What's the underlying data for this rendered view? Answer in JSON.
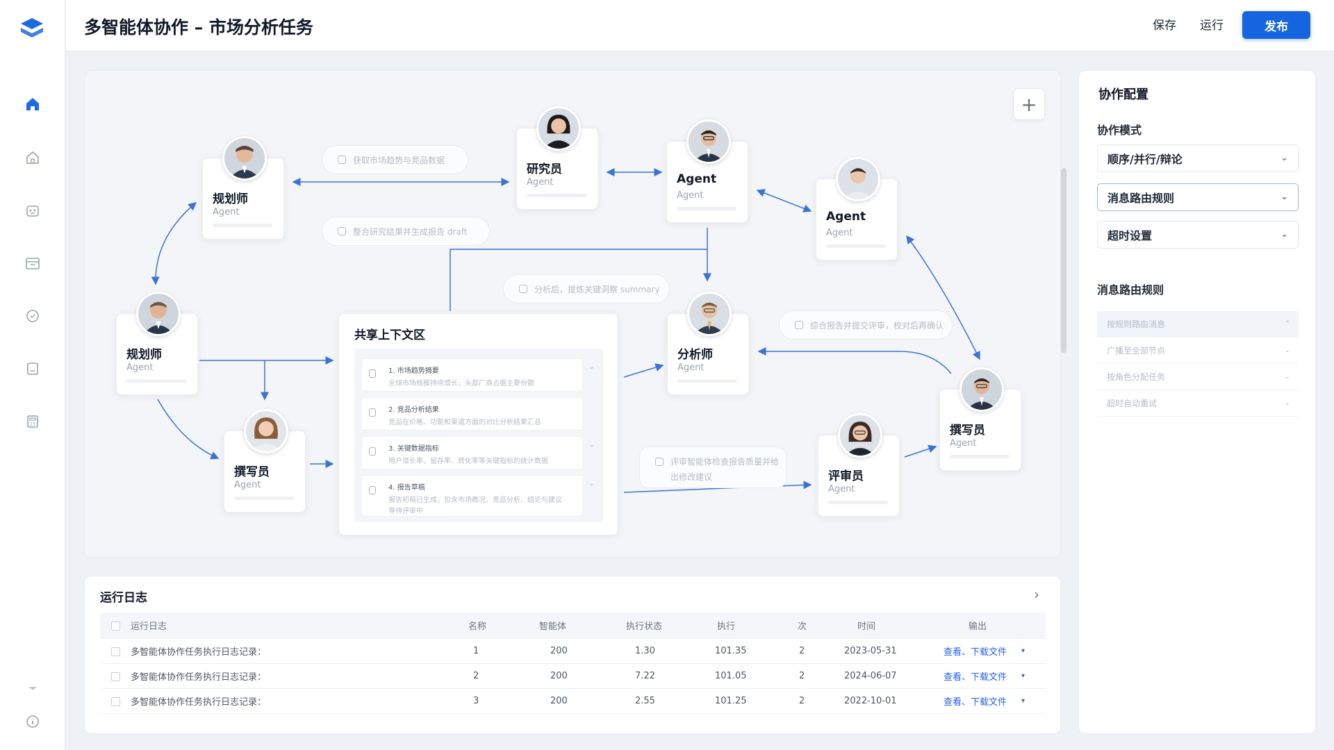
{
  "header": {
    "title": "多智能体协作 – 市场分析任务",
    "save_label": "保存",
    "run_label": "运行",
    "publish_label": "发布"
  },
  "colors": {
    "accent": "#1565e0",
    "edge": "#3b73d4",
    "link": "#2563eb"
  },
  "sidebar": {
    "items": [
      {
        "icon": "home-icon",
        "active": true
      },
      {
        "icon": "house-outline-icon"
      },
      {
        "icon": "agent-bot-icon"
      },
      {
        "icon": "archive-icon"
      },
      {
        "icon": "shield-icon"
      },
      {
        "icon": "document-icon"
      },
      {
        "icon": "calculator-icon"
      }
    ],
    "bottom": [
      {
        "icon": "chevron-down-icon"
      },
      {
        "icon": "info-icon"
      }
    ]
  },
  "canvas": {
    "add_label": "+",
    "agents": [
      {
        "id": "planner-top",
        "name": "规划师",
        "sub": "Agent"
      },
      {
        "id": "researcher",
        "name": "研究员",
        "sub": "Agent"
      },
      {
        "id": "agent-a",
        "name": "Agent",
        "sub": "Agent"
      },
      {
        "id": "agent-b",
        "name": "Agent",
        "sub": "Agent"
      },
      {
        "id": "planner-left",
        "name": "规划师",
        "sub": "Agent"
      },
      {
        "id": "writer",
        "name": "撰写员",
        "sub": "Agent"
      },
      {
        "id": "analyst",
        "name": "分析师",
        "sub": "Agent"
      },
      {
        "id": "writer-right",
        "name": "撰写员",
        "sub": "Agent"
      },
      {
        "id": "reviewer",
        "name": "评审员",
        "sub": "Agent"
      }
    ],
    "notes": [
      "获取市场趋势与竞品数据",
      "整合研究结果并生成报告 draft",
      "分析后，提炼关键洞察 summary",
      "综合报告并提交评审，校对后再确认",
      "评审智能体检查报告质量并给出修改建议"
    ],
    "context": {
      "title": "共享上下文区",
      "items": [
        {
          "title": "1. 市场趋势摘要",
          "text": "全球市场规模持续增长，头部厂商占据主要份额"
        },
        {
          "title": "2. 竞品分析结果",
          "text": "竞品在价格、功能和渠道方面的对比分析结果汇总"
        },
        {
          "title": "3. 关键数据指标",
          "text": "用户增长率、留存率、转化率等关键指标的统计数据"
        },
        {
          "title": "4. 报告草稿",
          "text": "报告初稿已生成，包含市场概况、竞品分析、结论与建议",
          "text2": "等待评审中"
        }
      ]
    }
  },
  "config": {
    "title": "协作配置",
    "mode_label": "协作模式",
    "mode_value": "顺序/并行/辩论",
    "routing_value": "消息路由规则",
    "timeout_value": "超时设置",
    "routing_section": "消息路由规则",
    "rules": [
      "按规则路由消息",
      "广播至全部节点",
      "按角色分配任务",
      "超时自动重试"
    ]
  },
  "log": {
    "title": "运行日志",
    "columns": [
      "运行日志",
      "名称",
      "智能体",
      "执行状态",
      "执行",
      "次",
      "时间",
      "输出"
    ],
    "rows": [
      {
        "desc": "多智能体协作任务执行日志记录：",
        "name": "1",
        "agents": "200",
        "status": "1.30",
        "exec": "101.35",
        "count": "2",
        "time": "2023-05-31",
        "output": "查看、下载文件"
      },
      {
        "desc": "多智能体协作任务执行日志记录：",
        "name": "2",
        "agents": "200",
        "status": "7.22",
        "exec": "101.05",
        "count": "2",
        "time": "2024-06-07",
        "output": "查看、下载文件"
      },
      {
        "desc": "多智能体协作任务执行日志记录：",
        "name": "3",
        "agents": "200",
        "status": "2.55",
        "exec": "101.25",
        "count": "2",
        "time": "2022-10-01",
        "output": "查看、下载文件"
      }
    ]
  }
}
